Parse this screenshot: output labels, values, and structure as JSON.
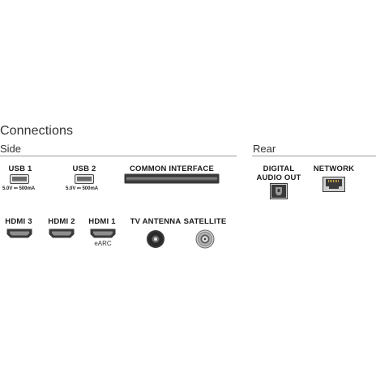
{
  "title": "Connections",
  "sections": {
    "side": "Side",
    "rear": "Rear"
  },
  "ports": {
    "usb1": {
      "label": "USB 1",
      "spec": "5.0V ⎓ 500mA",
      "icon": "usb-port-icon"
    },
    "usb2": {
      "label": "USB 2",
      "spec": "5.0V ⎓ 500mA",
      "icon": "usb-port-icon"
    },
    "common_interface": {
      "label": "COMMON INTERFACE",
      "icon": "ci-slot-icon"
    },
    "digital_audio_out": {
      "label_line1": "DIGITAL",
      "label_line2": "AUDIO OUT",
      "icon": "optical-port-icon"
    },
    "network": {
      "label": "NETWORK",
      "icon": "ethernet-port-icon"
    },
    "hdmi3": {
      "label": "HDMI 3",
      "icon": "hdmi-port-icon"
    },
    "hdmi2": {
      "label": "HDMI 2",
      "icon": "hdmi-port-icon"
    },
    "hdmi1": {
      "label": "HDMI 1",
      "sublabel": "eARC",
      "icon": "hdmi-port-icon"
    },
    "tv_antenna": {
      "label": "TV ANTENNA",
      "icon": "antenna-port-icon"
    },
    "satellite": {
      "label": "SATELLITE",
      "icon": "satellite-port-icon"
    }
  },
  "colors": {
    "port_dark": "#3a3a3a",
    "port_mid": "#9a9a9a",
    "rule": "#9a9a9a"
  }
}
